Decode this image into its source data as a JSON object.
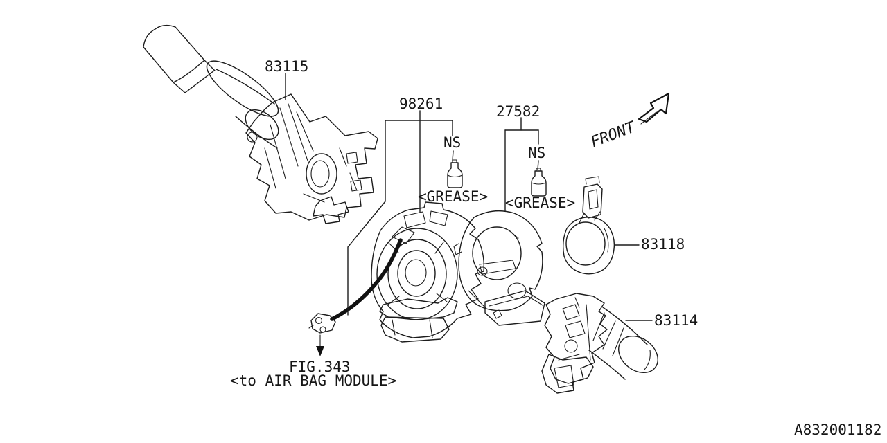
{
  "diagram": {
    "description": "switch combination parts diagram",
    "colors": {
      "background": "#ffffff",
      "line": "#1c1c1c"
    },
    "labels": {
      "part_83115": "83115",
      "part_98261": "98261",
      "part_27582": "27582",
      "part_83118": "83118",
      "part_83114": "83114",
      "ns_1": "NS",
      "ns_2": "NS",
      "grease_1": "<GREASE>",
      "grease_2": "<GREASE>",
      "front": "FRONT",
      "fig_ref": "FIG.343",
      "airbag_note": "<to AIR BAG MODULE>",
      "doc_code": "A832001182"
    }
  }
}
